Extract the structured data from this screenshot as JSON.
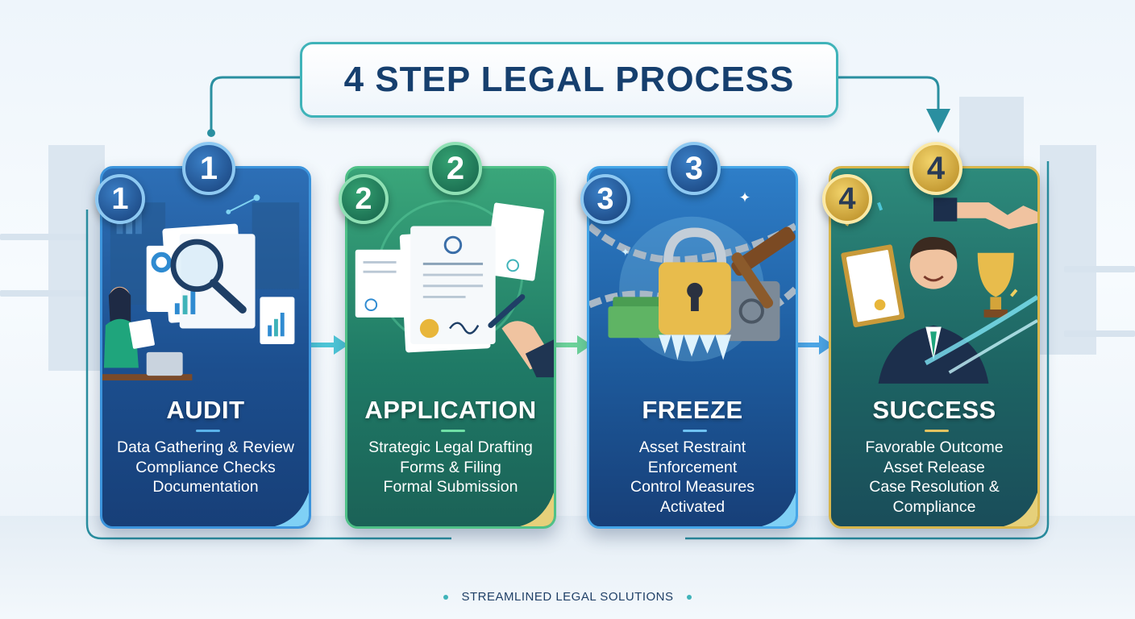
{
  "title": "4 STEP LEGAL PROCESS",
  "footer": "STREAMLINED LEGAL SOLUTIONS",
  "steps": [
    {
      "number": "1",
      "heading": "AUDIT",
      "lines": [
        "Data Gathering & Review",
        "Compliance Checks",
        "Documentation"
      ],
      "illustration_icon": "magnifier-documents-icon"
    },
    {
      "number": "2",
      "heading": "APPLICATION",
      "lines": [
        "Strategic Legal Drafting",
        "Forms & Filing",
        "Formal Submission"
      ],
      "illustration_icon": "signing-document-icon"
    },
    {
      "number": "3",
      "heading": "FREEZE",
      "lines": [
        "Asset Restraint",
        "Enforcement",
        "Control Measures",
        "Activated"
      ],
      "illustration_icon": "frozen-padlock-icon"
    },
    {
      "number": "4",
      "heading": "SUCCESS",
      "lines": [
        "Favorable Outcome",
        "Asset Release",
        "Case Resolution &",
        "Compliance"
      ],
      "illustration_icon": "trophy-handshake-icon"
    }
  ],
  "colors": {
    "accent": "#3fb3b9",
    "title_text": "#163f6e",
    "step1": "#1c4f8f",
    "step2": "#1f7a66",
    "step3": "#1d5a9c",
    "step4": "#1d6463",
    "gold": "#d8b64c"
  }
}
